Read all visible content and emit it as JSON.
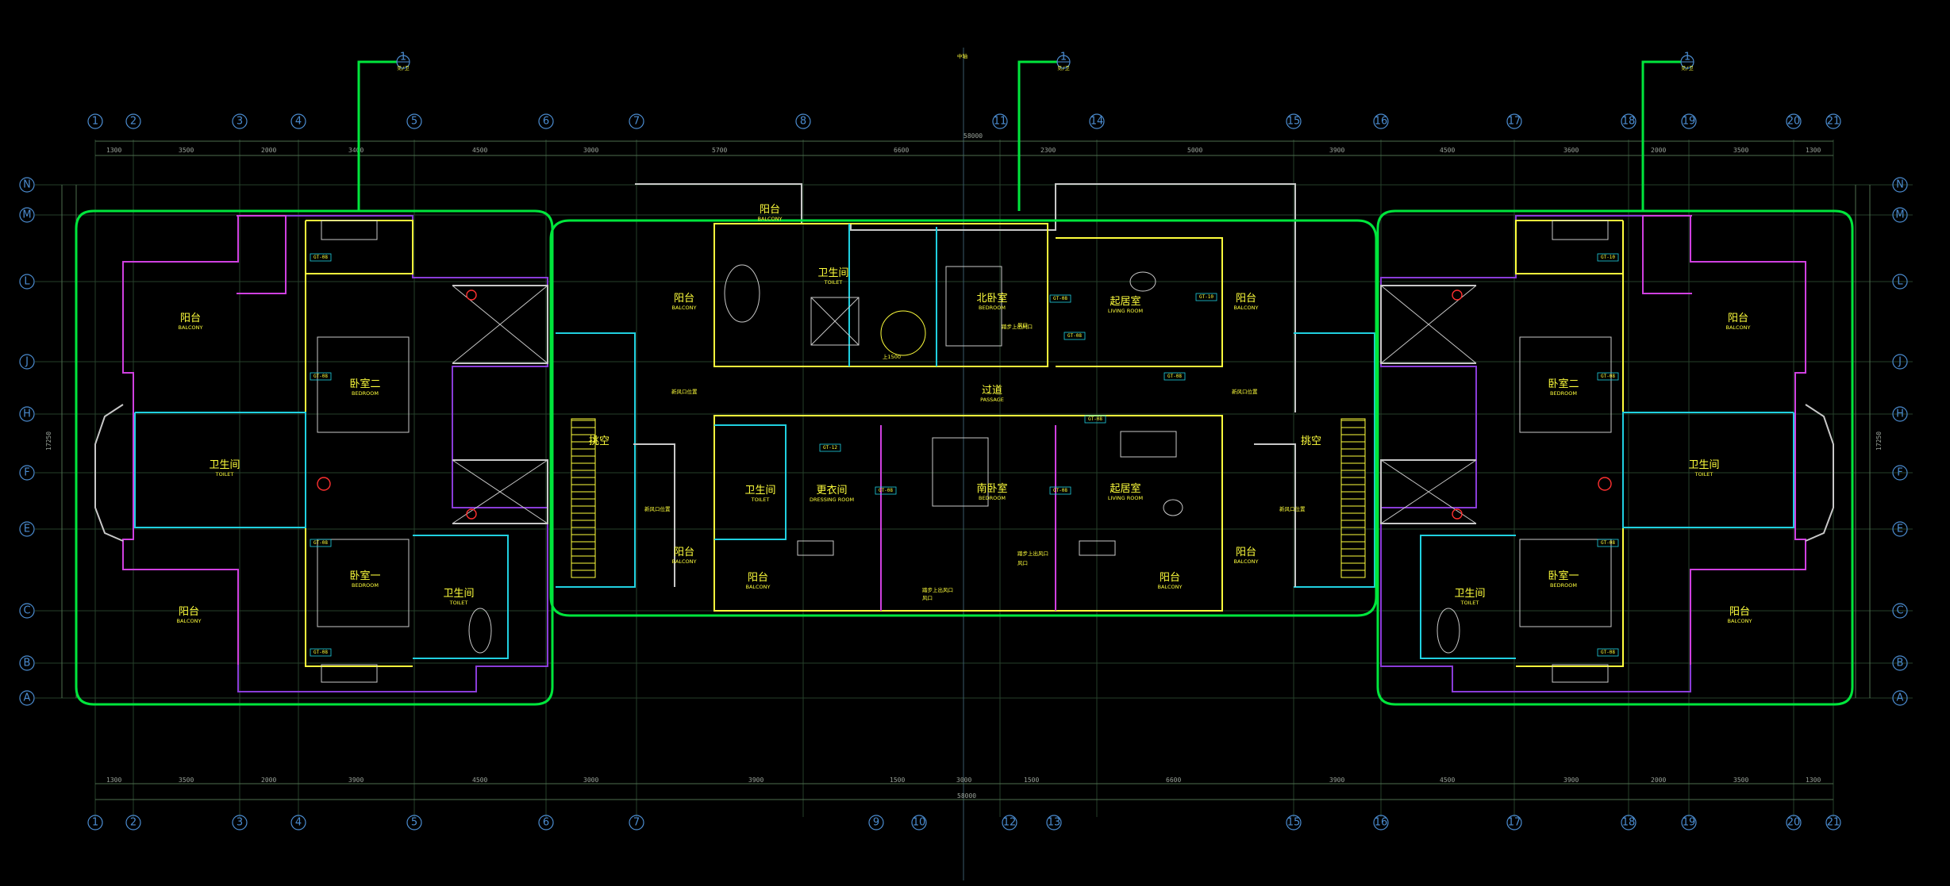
{
  "drawing": {
    "north_label": "中轴",
    "overall_dimension_top": "58000",
    "overall_dimension_bottom": "58000",
    "overall_dimension_side": "17250"
  },
  "callouts": [
    {
      "number": "1",
      "ref": "见/卫"
    },
    {
      "number": "1",
      "ref": "见/卫"
    },
    {
      "number": "1",
      "ref": "见/卫"
    }
  ],
  "grid_columns_top": [
    "1",
    "2",
    "3",
    "4",
    "5",
    "6",
    "7",
    "8",
    "11",
    "14",
    "15",
    "16",
    "17",
    "18",
    "19",
    "20",
    "21"
  ],
  "grid_columns_bottom": [
    "1",
    "2",
    "3",
    "4",
    "5",
    "6",
    "7",
    "9",
    "10",
    "12",
    "13",
    "15",
    "16",
    "17",
    "18",
    "19",
    "20",
    "21"
  ],
  "grid_rows": [
    "N",
    "M",
    "L",
    "J",
    "H",
    "F",
    "E",
    "C",
    "B",
    "A"
  ],
  "dims_top": [
    "1300",
    "3500",
    "2000",
    "3400",
    "4500",
    "3000",
    "5700",
    "6600",
    "2300",
    "5000",
    "3900",
    "4500",
    "3600",
    "2000",
    "3500",
    "1300"
  ],
  "dims_bottom": [
    "1300",
    "3500",
    "2000",
    "3900",
    "4500",
    "3000",
    "3900",
    "1500",
    "3000",
    "1500",
    "6600",
    "3900",
    "4500",
    "3900",
    "2000",
    "3500",
    "1300"
  ],
  "rooms": [
    {
      "cn": "阳台",
      "en": "BALCONY"
    },
    {
      "cn": "卧室二",
      "en": "BEDROOM"
    },
    {
      "cn": "卫生间",
      "en": "TOILET"
    },
    {
      "cn": "卧室一",
      "en": "BEDROOM"
    },
    {
      "cn": "卫生间",
      "en": "TOILET"
    },
    {
      "cn": "阳台",
      "en": "BALCONY"
    },
    {
      "cn": "阳台",
      "en": "BALCONY"
    },
    {
      "cn": "卫生间",
      "en": "TOILET"
    },
    {
      "cn": "北卧室",
      "en": "BEDROOM"
    },
    {
      "cn": "起居室",
      "en": "LIVING ROOM"
    },
    {
      "cn": "阳台",
      "en": "BALCONY"
    },
    {
      "cn": "阳台",
      "en": "BALCONY"
    },
    {
      "cn": "过道",
      "en": "PASSAGE"
    },
    {
      "cn": "挑空",
      "en": ""
    },
    {
      "cn": "挑空",
      "en": ""
    },
    {
      "cn": "卫生间",
      "en": "TOILET"
    },
    {
      "cn": "更衣间",
      "en": "DRESSING ROOM"
    },
    {
      "cn": "南卧室",
      "en": "BEDROOM"
    },
    {
      "cn": "起居室",
      "en": "LIVING ROOM"
    },
    {
      "cn": "阳台",
      "en": "BALCONY"
    },
    {
      "cn": "阳台",
      "en": "BALCONY"
    },
    {
      "cn": "阳台",
      "en": "BALCONY"
    },
    {
      "cn": "阳台",
      "en": "BALCONY"
    },
    {
      "cn": "阳台",
      "en": "BALCONY"
    },
    {
      "cn": "卧室二",
      "en": "BEDROOM"
    },
    {
      "cn": "卫生间",
      "en": "TOILET"
    },
    {
      "cn": "卧室一",
      "en": "BEDROOM"
    },
    {
      "cn": "卫生间",
      "en": "TOILET"
    },
    {
      "cn": "阳台",
      "en": "BALCONY"
    }
  ],
  "notes": [
    "上1500",
    "新风口位置",
    "新风口位置",
    "新风口位置",
    "新风口位置",
    "踏步上出风口",
    "踏步上出风口",
    "踏步上出风口",
    "风口",
    "风口",
    "风口"
  ],
  "tags": [
    "GT-08",
    "GT-08",
    "GT-08",
    "GT-08",
    "GT-08",
    "GT-08",
    "GT-10",
    "GT-12",
    "GT-08",
    "GT-08",
    "GT-10",
    "GT-08",
    "GT-08",
    "GT-08",
    "GT-08",
    "GT-08"
  ],
  "colors": {
    "outline": "#00e63c",
    "wall_yellow": "#ffff3c",
    "wall_magenta": "#d040e0",
    "wall_purple": "#8a3cd8",
    "wall_cyan": "#20d0e0",
    "grid": "#4b8cd0",
    "dim_line": "#3e6e3e",
    "furniture": "#c8c8c8",
    "red": "#ff3030"
  }
}
